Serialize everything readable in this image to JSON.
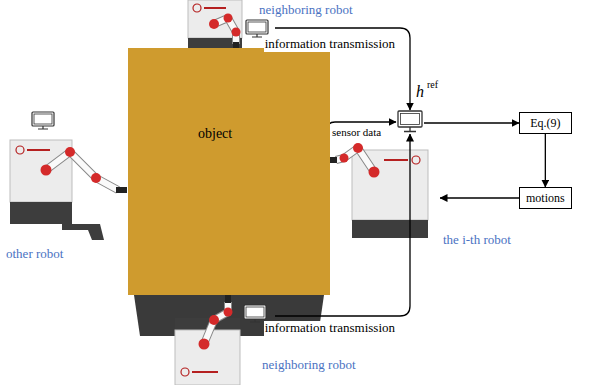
{
  "diagram": {
    "nodes": [
      {
        "text": [
          "neighboring robot"
        ]
      },
      {
        "text": [
          "object"
        ]
      },
      {
        "text": [
          "other robot"
        ]
      },
      {
        "text": [
          "h",
          "ref"
        ]
      },
      {
        "text": [
          "Eq.(9)"
        ]
      },
      {
        "text": [
          "the i-th robot"
        ]
      },
      {
        "text": [
          "motions"
        ]
      },
      {
        "text": [
          "neighboring robot"
        ]
      }
    ],
    "edges": [
      {
        "from": 0,
        "to": 3,
        "label": "information transmission",
        "arrow": "to"
      },
      {
        "from": 5,
        "to": 3,
        "label": "sensor data",
        "arrow": "to"
      },
      {
        "from": 3,
        "to": 4,
        "arrow": "to"
      },
      {
        "from": 4,
        "to": 6,
        "arrow": "to"
      },
      {
        "from": 6,
        "to": 5,
        "arrow": "to"
      },
      {
        "from": 7,
        "to": 3,
        "label": "information transmission",
        "arrow": "to"
      }
    ]
  }
}
